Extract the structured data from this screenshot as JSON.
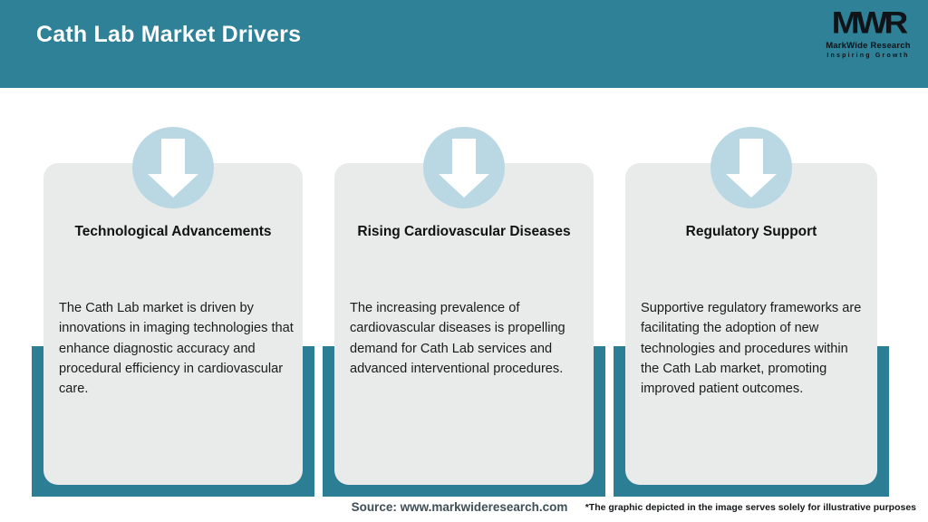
{
  "header": {
    "title": "Cath Lab Market Drivers",
    "logo": {
      "acronym": "MWR",
      "name": "MarkWide Research",
      "tagline": "Inspiring Growth"
    }
  },
  "cards": [
    {
      "icon": "down-arrow",
      "title": "Technological Advancements",
      "body": "The Cath Lab market is driven by innovations in imaging technologies that enhance diagnostic accuracy and procedural efficiency in cardiovascular care."
    },
    {
      "icon": "down-arrow",
      "title": "Rising Cardiovascular Diseases",
      "body": "The increasing prevalence of cardiovascular diseases is propelling demand for Cath Lab services and advanced interventional procedures."
    },
    {
      "icon": "down-arrow",
      "title": "Regulatory Support",
      "body": "Supportive regulatory frameworks are facilitating the adoption of new technologies and procedures within the Cath Lab market, promoting improved patient outcomes."
    }
  ],
  "footer": {
    "source": "Source: www.markwideresearch.com",
    "disclaimer": "*The graphic depicted in the image serves solely for illustrative purposes"
  },
  "colors": {
    "header_teal": "#2E8197",
    "frame_teal": "#2C7E94",
    "card_gray": "#E9EBEB",
    "circle_blue": "#B9D8E3",
    "title_text": "#111111",
    "source_text": "#3F4F57"
  }
}
